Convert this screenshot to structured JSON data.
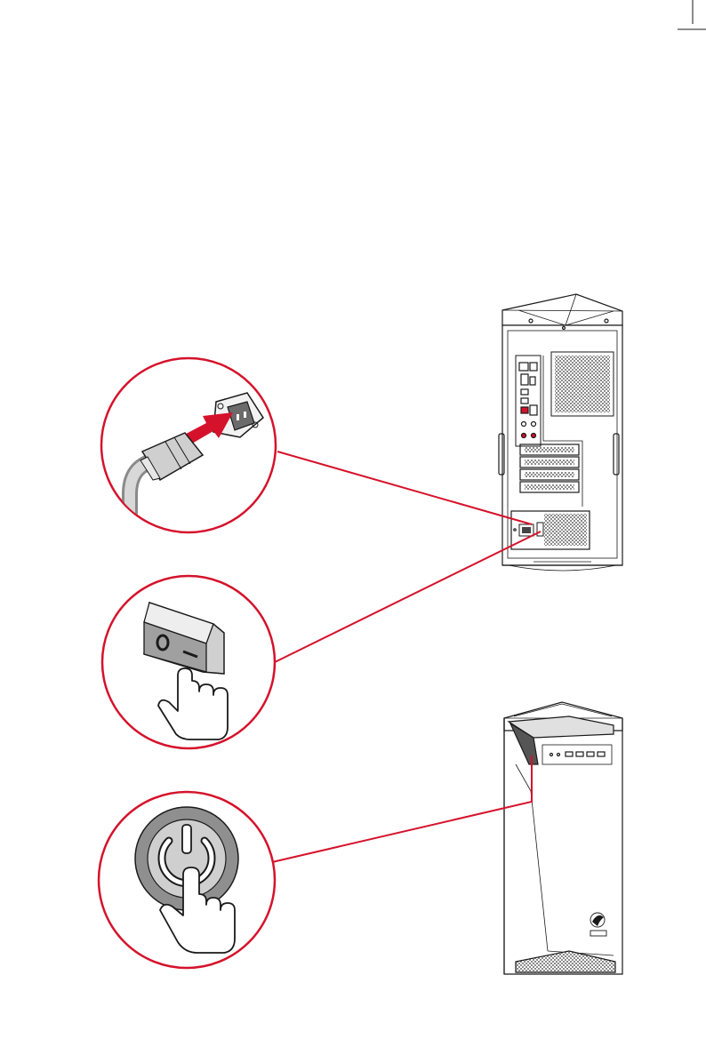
{
  "figure": {
    "steps": [
      {
        "id": "plug-power-cord",
        "icon": "power-plug-icon"
      },
      {
        "id": "flip-psu-switch",
        "icon": "rocker-switch-icon"
      },
      {
        "id": "press-power-button",
        "icon": "power-button-icon"
      }
    ],
    "devices": {
      "rear_view": "pc-tower-rear",
      "front_view": "pc-tower-front"
    },
    "colors": {
      "accent": "#d5122b",
      "line": "#1a1a1a",
      "gray": "#c8c8c8",
      "dark_gray": "#8a8a8a"
    },
    "switch_symbols": {
      "off": "O",
      "on": "I"
    }
  }
}
